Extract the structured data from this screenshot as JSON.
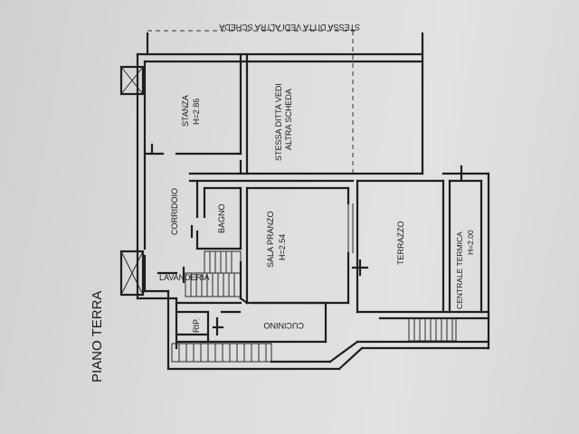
{
  "title": "PIANO TERRA",
  "notes": {
    "top_upside_down": "STESSA DITTA VEDI ALTRA SCHEDA"
  },
  "rooms": {
    "stanza": {
      "name": "STANZA",
      "height": "H=2.86"
    },
    "stessa_ditta": {
      "line1": "STESSA DITTA VEDI",
      "line2": "ALTRA SCHEDA"
    },
    "corridoio": {
      "name": "CORRIDOIO"
    },
    "bagno": {
      "name": "BAGNO"
    },
    "sala_pranzo": {
      "name": "SALA PRANZO",
      "height": "H=2.54"
    },
    "terrazzo": {
      "name": "TERRAZZO"
    },
    "centrale_termica": {
      "name": "CENTRALE TERMICA",
      "height": "H=2.00"
    },
    "lavanderia": {
      "name": "LAVANDERIA"
    },
    "cucinino": {
      "name": "CUCININO"
    },
    "rip": {
      "name": "RIP."
    }
  }
}
